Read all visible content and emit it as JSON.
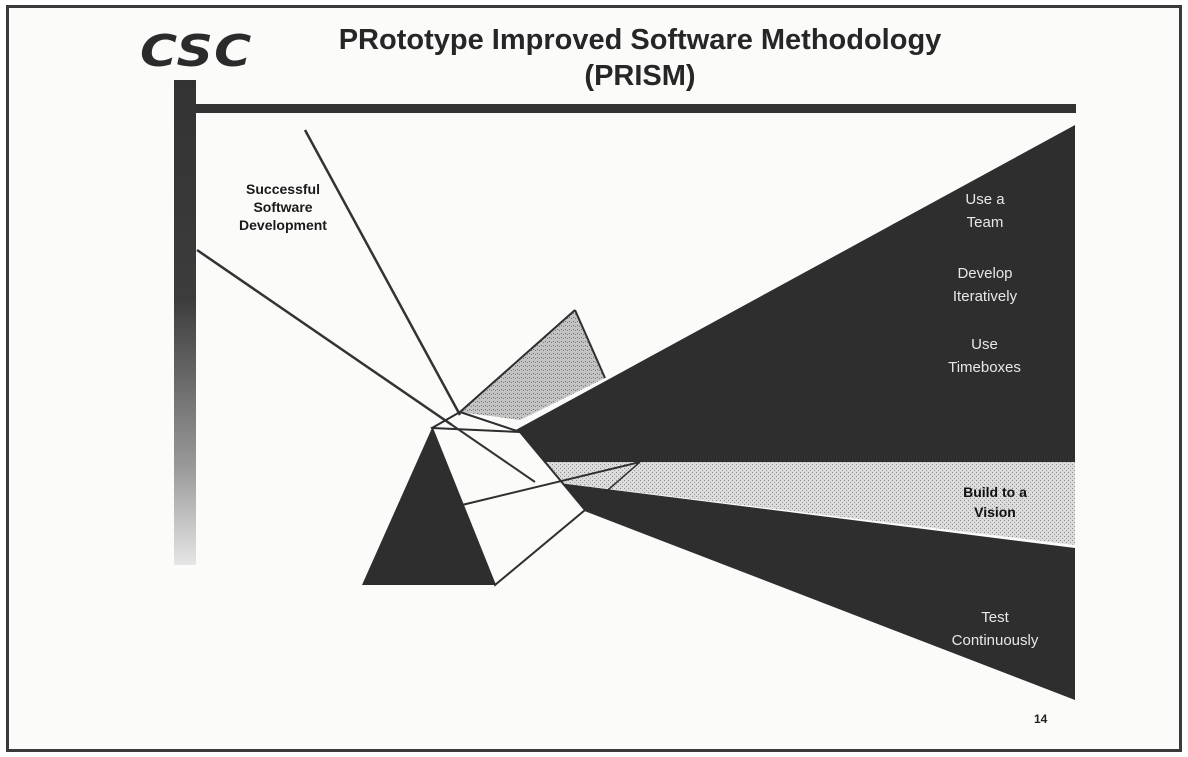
{
  "slide": {
    "logo": "CSC",
    "title_line1": "PRototype Improved  Software Methodology",
    "title_line2": "(PRISM)",
    "input_label": "Successful Software Development",
    "outputs": [
      {
        "line1": "Use a",
        "line2": "Team"
      },
      {
        "line1": "Develop",
        "line2": "Iteratively"
      },
      {
        "line1": "Use",
        "line2": "Timeboxes"
      }
    ],
    "highlight": {
      "line1": "Build to a",
      "line2": "Vision"
    },
    "bottom": {
      "line1": "Test",
      "line2": "Continuously"
    },
    "page_number": "14"
  },
  "colors": {
    "dark_beam": "#2e2e2e",
    "frame": "#3a3a3a",
    "light_beam": "#d6d6d6"
  }
}
